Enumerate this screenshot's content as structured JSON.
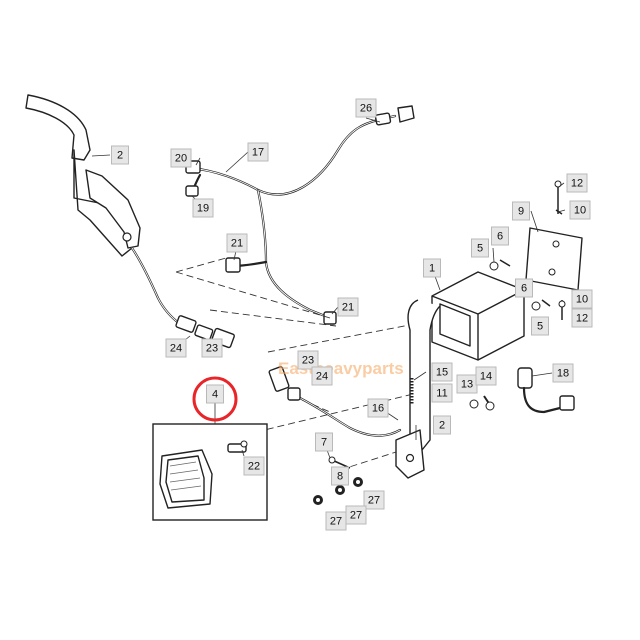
{
  "diagram": {
    "callouts": [
      {
        "id": "c26",
        "text": "26"
      },
      {
        "id": "c2a",
        "text": "2"
      },
      {
        "id": "c20",
        "text": "20"
      },
      {
        "id": "c17",
        "text": "17"
      },
      {
        "id": "c19",
        "text": "19"
      },
      {
        "id": "c12a",
        "text": "12"
      },
      {
        "id": "c9",
        "text": "9"
      },
      {
        "id": "c10a",
        "text": "10"
      },
      {
        "id": "c21a",
        "text": "21"
      },
      {
        "id": "c5a",
        "text": "5"
      },
      {
        "id": "c6a",
        "text": "6"
      },
      {
        "id": "c1",
        "text": "1"
      },
      {
        "id": "c6b",
        "text": "6"
      },
      {
        "id": "c10b",
        "text": "10"
      },
      {
        "id": "c5b",
        "text": "5"
      },
      {
        "id": "c12b",
        "text": "12"
      },
      {
        "id": "c21b",
        "text": "21"
      },
      {
        "id": "c24a",
        "text": "24"
      },
      {
        "id": "c23a",
        "text": "23"
      },
      {
        "id": "c23b",
        "text": "23"
      },
      {
        "id": "c24b",
        "text": "24"
      },
      {
        "id": "c15",
        "text": "15"
      },
      {
        "id": "c18",
        "text": "18"
      },
      {
        "id": "c13",
        "text": "13"
      },
      {
        "id": "c14",
        "text": "14"
      },
      {
        "id": "c11",
        "text": "11"
      },
      {
        "id": "c4",
        "text": "4"
      },
      {
        "id": "c16",
        "text": "16"
      },
      {
        "id": "c2b",
        "text": "2"
      },
      {
        "id": "c7",
        "text": "7"
      },
      {
        "id": "c22",
        "text": "22"
      },
      {
        "id": "c8",
        "text": "8"
      },
      {
        "id": "c27a",
        "text": "27"
      },
      {
        "id": "c27b",
        "text": "27"
      },
      {
        "id": "c27c",
        "text": "27"
      }
    ],
    "highlight_color": "#e8262a",
    "watermark": "Eastheavyparts"
  }
}
